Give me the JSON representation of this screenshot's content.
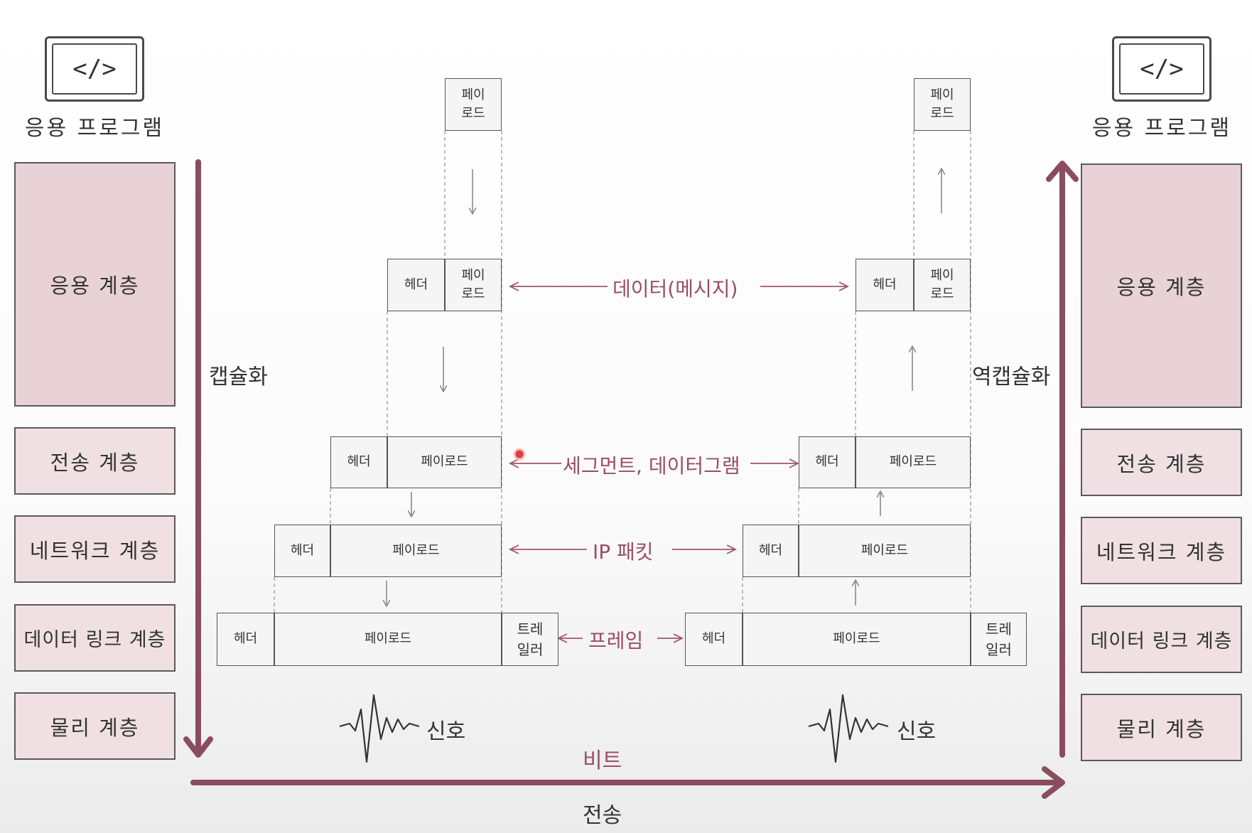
{
  "left_stack": {
    "icon_text": "</>",
    "title": "응용 프로그램",
    "layers": [
      "응용 계층",
      "전송 계층",
      "네트워크 계층",
      "데이터 링크 계층",
      "물리 계층"
    ]
  },
  "right_stack": {
    "icon_text": "</>",
    "title": "응용 프로그램",
    "layers": [
      "응용 계층",
      "전송 계층",
      "네트워크 계층",
      "데이터 링크 계층",
      "물리 계층"
    ]
  },
  "process": {
    "encapsulation": "캡슐화",
    "decapsulation": "역캡슐화",
    "transmission": "전송",
    "bits": "비트"
  },
  "pdu_labels": {
    "data_message": "데이터(메시지)",
    "segment_datagram": "세그먼트, 데이터그램",
    "ip_packet": "IP 패킷",
    "frame": "프레임"
  },
  "signal": "신호",
  "packet_parts": {
    "payload": "페이로드",
    "payload_split": "페이\n로드",
    "header": "헤더",
    "trailer": "트레\n일러"
  },
  "colors": {
    "accent": "#8a4d5e",
    "app_layer_fill": "#e8d2d7",
    "layer_fill": "#f0e0e4"
  }
}
